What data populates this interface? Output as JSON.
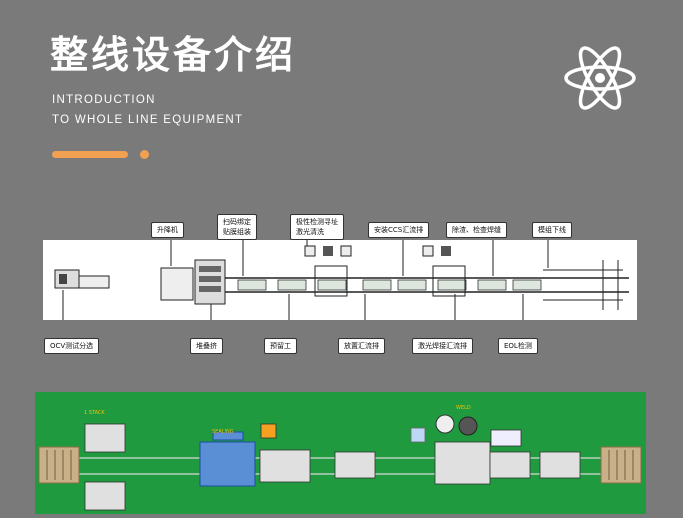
{
  "header": {
    "title": "整线设备介绍",
    "subtitle_line1": "INTRODUCTION",
    "subtitle_line2": "TO WHOLE LINE EQUIPMENT"
  },
  "colors": {
    "background": "#7a7a7a",
    "accent": "#f0a050",
    "diagram_bg": "#ffffff",
    "layout_green": "#1f9a3f",
    "line_blue": "#2f6fd0",
    "highlight_orange": "#f5a020"
  },
  "icons": {
    "logo": "atom-icon"
  },
  "diagram": {
    "top_labels": [
      "升降机",
      "扫码绑定\n贴膜组装",
      "极性检测寻址\n激光清洗",
      "安装CCS汇流排",
      "除渣、检查焊缝",
      "模组下线"
    ],
    "bottom_labels": [
      "OCV测试分选",
      "堆叠挤",
      "预留工",
      "放置汇流排",
      "激光焊接汇流排",
      "EOL检测"
    ]
  },
  "layout": {
    "top_left_caption": "1 STACK",
    "mid_caption": "SEALING",
    "right_caption": "WELD"
  }
}
